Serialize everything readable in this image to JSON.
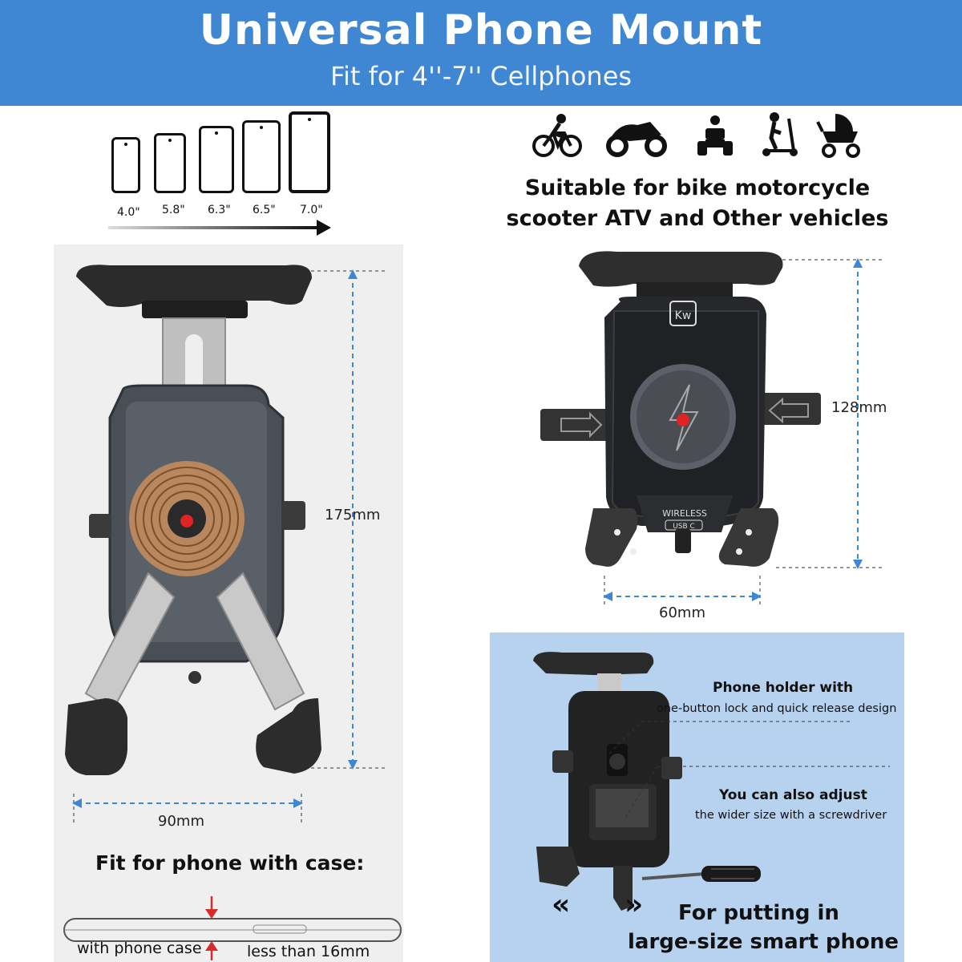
{
  "header": {
    "title": "Universal Phone Mount",
    "subtitle": "Fit for 4''-7'' Cellphones",
    "bg_color": "#3f86d3"
  },
  "phone_sizes": [
    "4.0\"",
    "5.8\"",
    "6.3\"",
    "6.5\"",
    "7.0\""
  ],
  "vehicle_icons": [
    "bicycle-icon",
    "motorcycle-icon",
    "atv-icon",
    "scooter-icon",
    "stroller-icon"
  ],
  "suitable": {
    "line1": "Suitable for bike motorcycle",
    "line2": "scooter ATV and Other vehicles"
  },
  "left_mount": {
    "height_label": "175mm",
    "width_label": "90mm"
  },
  "right_mount": {
    "height_label": "128mm",
    "width_label": "60mm",
    "brand_mark": "Kw",
    "wireless_label": "WIRELESS",
    "usb_label": "USB C"
  },
  "case_section": {
    "title": "Fit for phone with case:",
    "with_case": "with phone case",
    "less_than": "less than 16mm"
  },
  "detail_panel": {
    "note1_title": "Phone holder with",
    "note1_text": "one-button lock and quick release design",
    "note2_title": "You can also adjust",
    "note2_text": "the wider size with a screwdriver",
    "note3_line1": "For putting in",
    "note3_line2": "large-size smart phone",
    "arrow_left": "«",
    "arrow_right": "»",
    "bg_color": "#b6d2ee"
  }
}
